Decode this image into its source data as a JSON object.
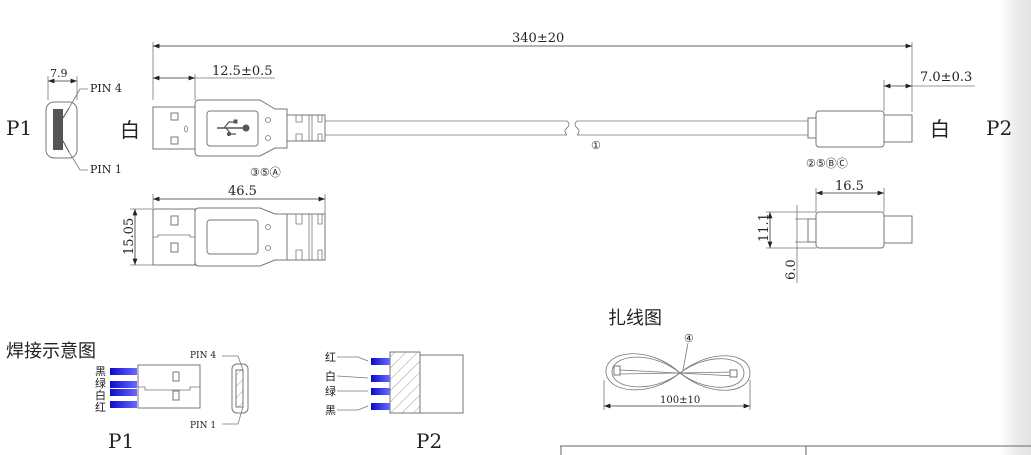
{
  "dimensions": {
    "total_length": "340±20",
    "p1_tip_length": "12.5±0.5",
    "p2_tip_length": "7.0±0.3",
    "p1_end_width": "7.9",
    "p1_body_length": "46.5",
    "p1_body_height": "15.05",
    "p2_body_length": "16.5",
    "p2_body_height": "11.1",
    "p2_tail_height": "6.0",
    "coil_length": "100±10"
  },
  "labels": {
    "p1": "P1",
    "p2": "P2",
    "p1_color": "白",
    "p2_color": "白",
    "pin4": "PIN 4",
    "pin1": "PIN 1",
    "p1_callout": "③⑤Ⓐ",
    "cable_callout": "①",
    "p2_callout": "②⑤ⒷⒸ",
    "coil_callout": "④"
  },
  "welding": {
    "title": "焊接示意图",
    "p1_label": "P1",
    "p2_label": "P2",
    "pin4": "PIN 4",
    "pin1": "PIN 1",
    "p1_wires": [
      "黑",
      "绿",
      "白",
      "红"
    ],
    "p2_wires": [
      "红",
      "白",
      "绿",
      "黑"
    ],
    "wire_color": "#1a1aff"
  },
  "coil": {
    "title": "扎线图"
  }
}
